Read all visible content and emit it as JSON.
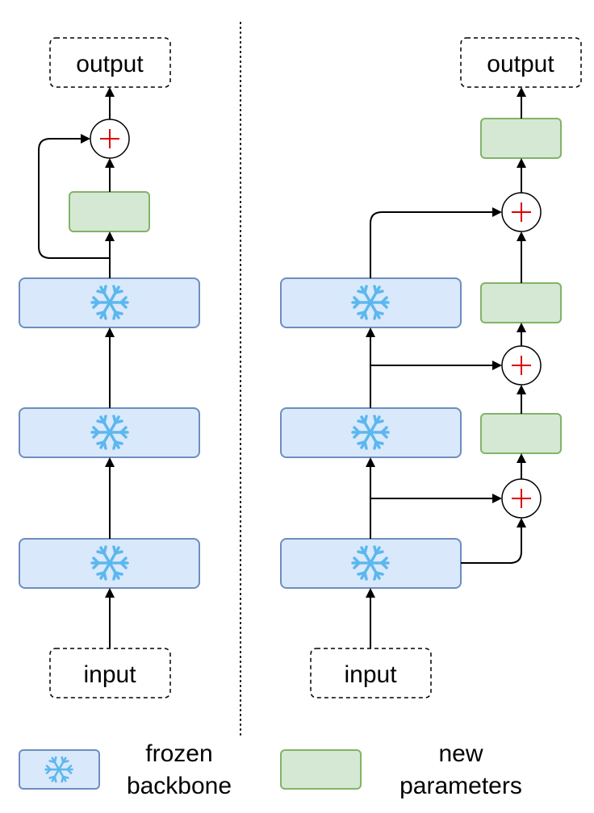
{
  "left_panel": {
    "input_label": "input",
    "output_label": "output"
  },
  "right_panel": {
    "input_label": "input",
    "output_label": "output"
  },
  "legend": {
    "frozen_line1": "frozen",
    "frozen_line2": "backbone",
    "new_line1": "new",
    "new_line2": "parameters"
  },
  "colors": {
    "frozen_fill": "#dae8fc",
    "frozen_stroke": "#6c8ebf",
    "new_fill": "#d5e8d4",
    "new_stroke": "#82b366",
    "plus": "#e00000",
    "snowflake": "#5bb8ee"
  },
  "icons": {
    "frozen": "snowflake-icon",
    "sum": "plus-icon"
  }
}
